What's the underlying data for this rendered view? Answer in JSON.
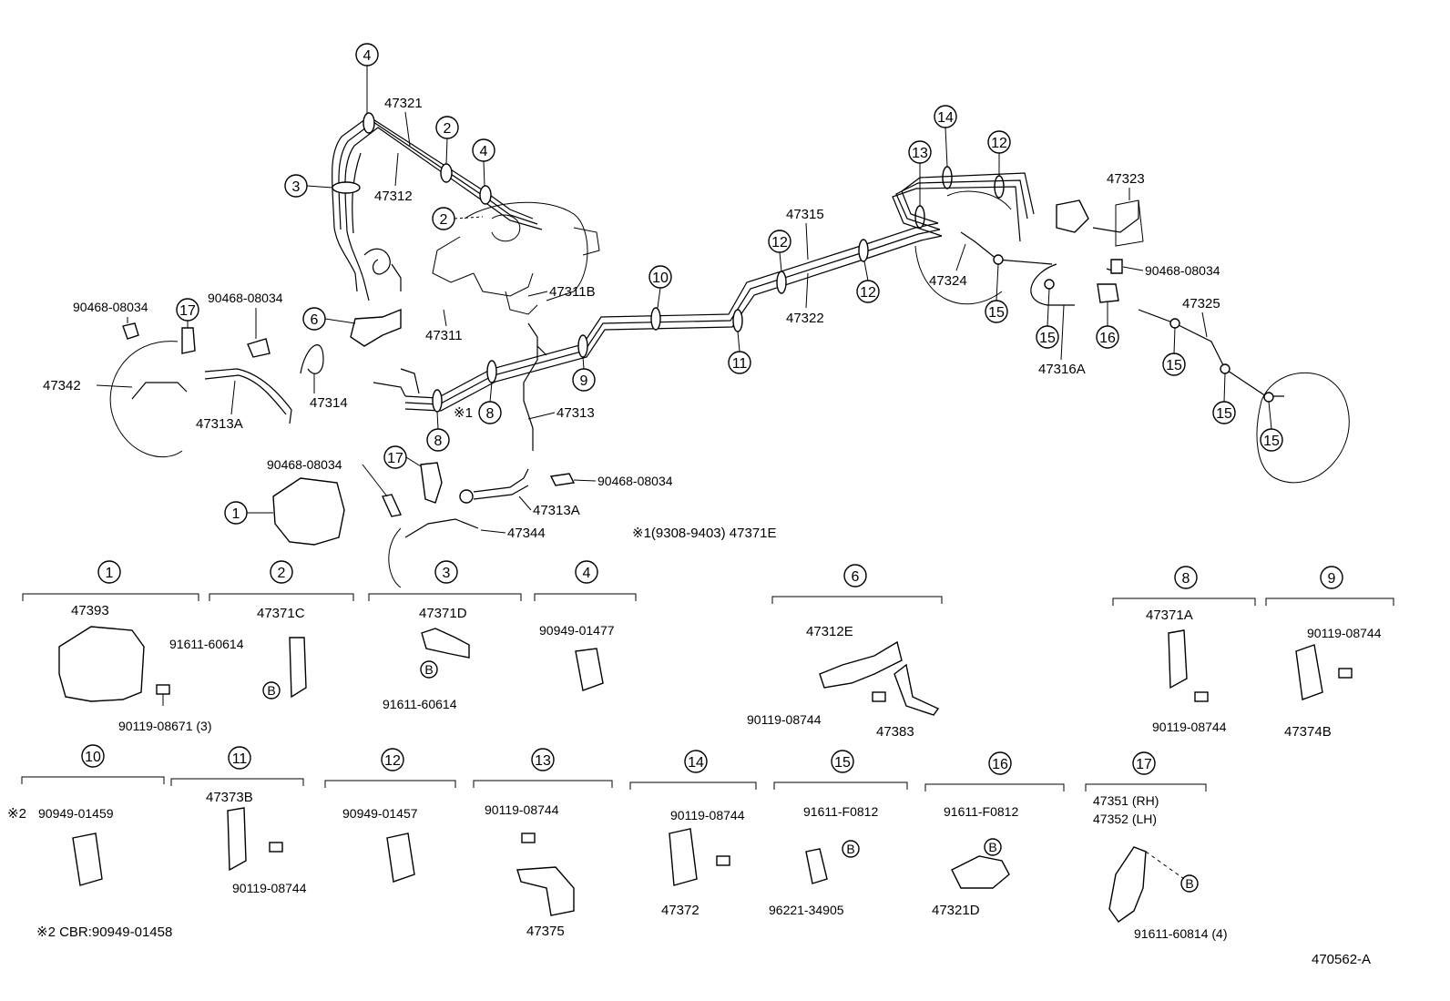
{
  "drawing_id": "470562-A",
  "labels": {
    "p47321": "47321",
    "p47312": "47312",
    "p47311B": "47311B",
    "p47311": "47311",
    "p47313": "47313",
    "p47313A_top": "47313A",
    "p47313A_mid": "47313A",
    "p47314": "47314",
    "p47342": "47342",
    "p47344": "47344",
    "p47315": "47315",
    "p47322": "47322",
    "p47324": "47324",
    "p47323": "47323",
    "p47316A": "47316A",
    "p47325": "47325",
    "clip_a": "90468-08034",
    "clip_b": "90468-08034",
    "clip_c": "90468-08034",
    "clip_d": "90468-08034",
    "clip_e": "90468-08034",
    "note1": "※1(9308-9403) 47371E",
    "note1_ref": "※1",
    "note2": "※2 CBR:90949-01458",
    "note2_ref": "※2"
  },
  "callouts": [
    "1",
    "2",
    "3",
    "4",
    "6",
    "8",
    "9",
    "10",
    "11",
    "12",
    "13",
    "14",
    "15",
    "16",
    "17"
  ],
  "legend_groups": [
    {
      "num": "1",
      "parts": [
        "47393",
        "90119-08671 (3)"
      ]
    },
    {
      "num": "2",
      "parts": [
        "47371C",
        "91611-60614"
      ]
    },
    {
      "num": "3",
      "parts": [
        "47371D",
        "91611-60614"
      ]
    },
    {
      "num": "4",
      "parts": [
        "90949-01477"
      ]
    },
    {
      "num": "6",
      "parts": [
        "47312E",
        "90119-08744",
        "47383"
      ]
    },
    {
      "num": "8",
      "parts": [
        "47371A",
        "90119-08744"
      ]
    },
    {
      "num": "9",
      "parts": [
        "90119-08744",
        "47374B"
      ]
    },
    {
      "num": "10",
      "parts": [
        "90949-01459"
      ]
    },
    {
      "num": "11",
      "parts": [
        "47373B",
        "90119-08744"
      ]
    },
    {
      "num": "12",
      "parts": [
        "90949-01457"
      ]
    },
    {
      "num": "13",
      "parts": [
        "90119-08744",
        "47375"
      ]
    },
    {
      "num": "14",
      "parts": [
        "90119-08744",
        "47372"
      ]
    },
    {
      "num": "15",
      "parts": [
        "91611-F0812",
        "96221-34905"
      ]
    },
    {
      "num": "16",
      "parts": [
        "91611-F0812",
        "47321D"
      ]
    },
    {
      "num": "17",
      "parts": [
        "47351 (RH)",
        "47352 (LH)",
        "91611-60814 (4)"
      ]
    }
  ],
  "bolt_marker": "B"
}
